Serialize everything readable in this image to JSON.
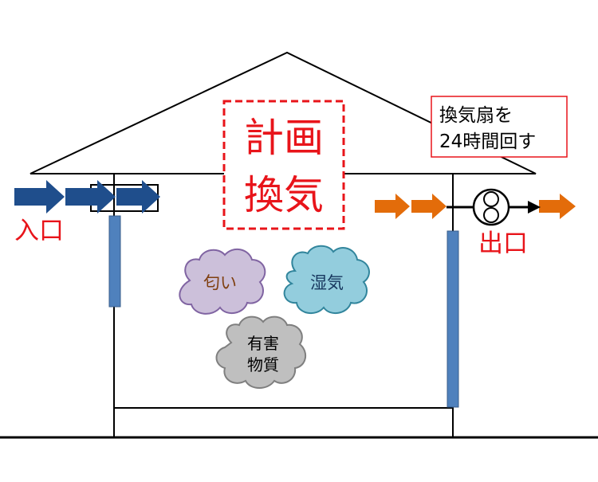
{
  "title": {
    "line1": "計画",
    "line2": "換気"
  },
  "callout": {
    "line1": "換気扇を",
    "line2": "24時間回す"
  },
  "inlet_label": "入口",
  "outlet_label": "出口",
  "clouds": {
    "odor": "匂い",
    "humidity": "湿気",
    "harmful_line1": "有害",
    "harmful_line2": "物質"
  },
  "colors": {
    "inlet_arrow": "#1f4e8c",
    "outlet_arrow": "#e36c0a",
    "label_red": "#e8141a",
    "duct_blue": "#4f81bd",
    "cloud_odor_fill": "#ccc0da",
    "cloud_odor_stroke": "#8064a2",
    "cloud_humidity_fill": "#93cddd",
    "cloud_humidity_stroke": "#31859c",
    "cloud_harmful_fill": "#bfbfbf",
    "cloud_harmful_stroke": "#7f7f7f"
  }
}
